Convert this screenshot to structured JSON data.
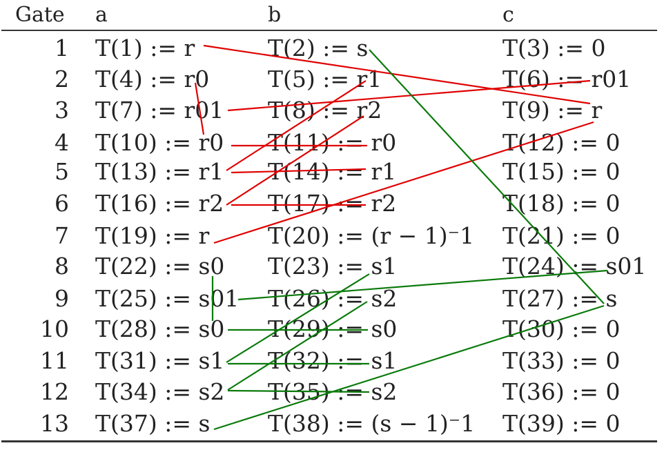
{
  "headers": {
    "gate": "Gate",
    "a": "a",
    "b": "b",
    "c": "c"
  },
  "rows": [
    {
      "gate": "1",
      "a": "T(1) := r",
      "b": "T(2) := s",
      "c": "T(3) := 0"
    },
    {
      "gate": "2",
      "a": "T(4) := r0",
      "b": "T(5) := r1",
      "c": "T(6) := r01"
    },
    {
      "gate": "3",
      "a": "T(7) := r01",
      "b": "T(8) := r2",
      "c": "T(9) := r"
    },
    {
      "gate": "4",
      "a": "T(10) := r0",
      "b": "T(11) := r0",
      "c": "T(12) := 0"
    },
    {
      "gate": "5",
      "a": "T(13) := r1",
      "b": "T(14) := r1",
      "c": "T(15) := 0"
    },
    {
      "gate": "6",
      "a": "T(16) := r2",
      "b": "T(17) := r2",
      "c": "T(18) := 0"
    },
    {
      "gate": "7",
      "a": "T(19) := r",
      "b": "T(20) := (r − 1)⁻1",
      "c": "T(21) := 0"
    },
    {
      "gate": "8",
      "a": "T(22) := s0",
      "b": "T(23) := s1",
      "c": "T(24) := s01"
    },
    {
      "gate": "9",
      "a": "T(25) := s01",
      "b": "T(26) := s2",
      "c": "T(27) := s"
    },
    {
      "gate": "10",
      "a": "T(28) := s0",
      "b": "T(29) := s0",
      "c": "T(30) := 0"
    },
    {
      "gate": "11",
      "a": "T(31) := s1",
      "b": "T(32) := s1",
      "c": "T(33) := 0"
    },
    {
      "gate": "12",
      "a": "T(34) := s2",
      "b": "T(35) := s2",
      "c": "T(36) := 0"
    },
    {
      "gate": "13",
      "a": "T(37) := s",
      "b": "T(38) := (s − 1)⁻1",
      "c": "T(39) := 0"
    }
  ],
  "colors": {
    "r_links": "#e00000",
    "s_links": "#0a7a0a",
    "rule": "#333333"
  }
}
